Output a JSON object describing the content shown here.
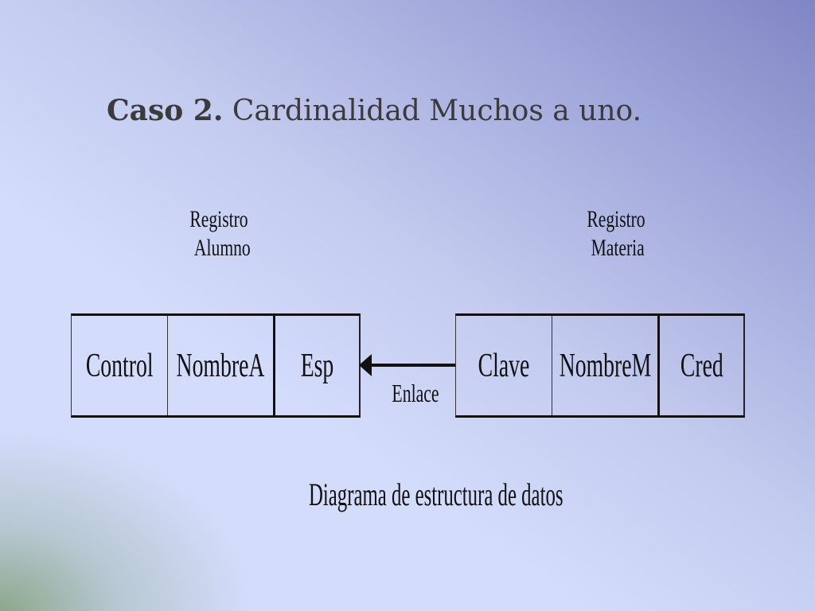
{
  "slide": {
    "title_bold": "Caso 2.",
    "title_rest": "Cardinalidad Muchos a uno."
  },
  "diagram": {
    "records": [
      {
        "label_line1": "Registro",
        "label_line2": "Alumno",
        "fields": [
          "Control",
          "NombreA",
          "Esp"
        ]
      },
      {
        "label_line1": "Registro",
        "label_line2": "Materia",
        "fields": [
          "Clave",
          "NombreM",
          "Cred"
        ]
      }
    ],
    "link_label": "Enlace",
    "caption": "Diagrama de estructura de datos"
  }
}
